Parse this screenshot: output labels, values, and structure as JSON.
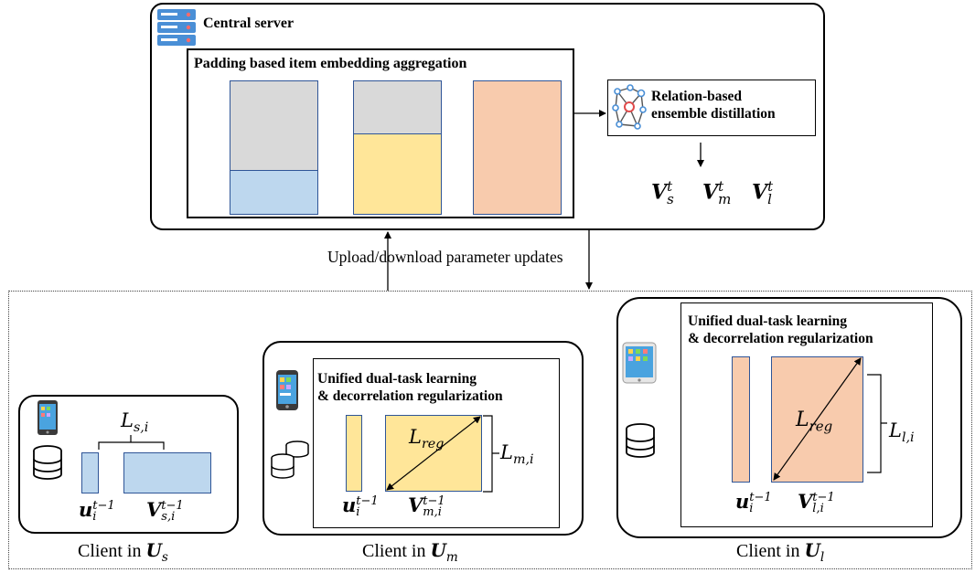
{
  "server": {
    "title": "Central server",
    "aggregation_title": "Padding based item embedding aggregation",
    "distill_line1": "Relation-based",
    "distill_line2": "ensemble distillation",
    "outputs": [
      {
        "base": "V",
        "sup": "t",
        "sub": "s"
      },
      {
        "base": "V",
        "sup": "t",
        "sub": "m"
      },
      {
        "base": "V",
        "sup": "t",
        "sub": "l"
      }
    ]
  },
  "link_label": "Upload/download parameter updates",
  "clients": {
    "small": {
      "caption": "Client in",
      "caption_sym": "U",
      "caption_sub": "s",
      "loss": {
        "base": "L",
        "sub": "s,i"
      },
      "user_vec": {
        "base": "u",
        "sup": "t−1",
        "sub": "i"
      },
      "item_mat": {
        "base": "V",
        "sup": "t−1",
        "sub": "s,i"
      }
    },
    "medium": {
      "caption": "Client in",
      "caption_sym": "U",
      "caption_sub": "m",
      "task_line1": "Unified dual-task learning",
      "task_line2": "& decorrelation regularization",
      "reg": {
        "base": "L",
        "sub": "reg"
      },
      "loss": {
        "base": "L",
        "sub": "m,i"
      },
      "user_vec": {
        "base": "u",
        "sup": "t−1",
        "sub": "i"
      },
      "item_mat": {
        "base": "V",
        "sup": "t−1",
        "sub": "m,i"
      }
    },
    "large": {
      "caption": "Client in",
      "caption_sym": "U",
      "caption_sub": "l",
      "task_line1": "Unified dual-task learning",
      "task_line2": "& decorrelation regularization",
      "reg": {
        "base": "L",
        "sub": "reg"
      },
      "loss": {
        "base": "L",
        "sub": "l,i"
      },
      "user_vec": {
        "base": "u",
        "sup": "t−1",
        "sub": "i"
      },
      "item_mat": {
        "base": "V",
        "sup": "t−1",
        "sub": "l,i"
      }
    }
  },
  "colors": {
    "blue_fill": "#bdd7ee",
    "grey_fill": "#d9d9d9",
    "yellow_fill": "#ffe699",
    "peach_fill": "#f8cbad",
    "block_border": "#2f5597"
  },
  "icons": [
    "server-icon",
    "network-icon",
    "phone-icon",
    "database-icon",
    "tablet-icon"
  ]
}
